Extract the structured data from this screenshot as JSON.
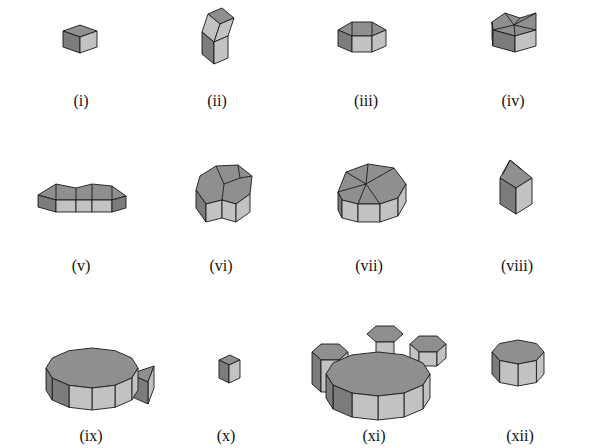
{
  "diagram": {
    "labels": [
      "(i)",
      "(ii)",
      "(iii)",
      "(iv)",
      "(v)",
      "(vi)",
      "(vii)",
      "(viii)",
      "(ix)",
      "(x)",
      "(xi)",
      "(xii)"
    ]
  }
}
